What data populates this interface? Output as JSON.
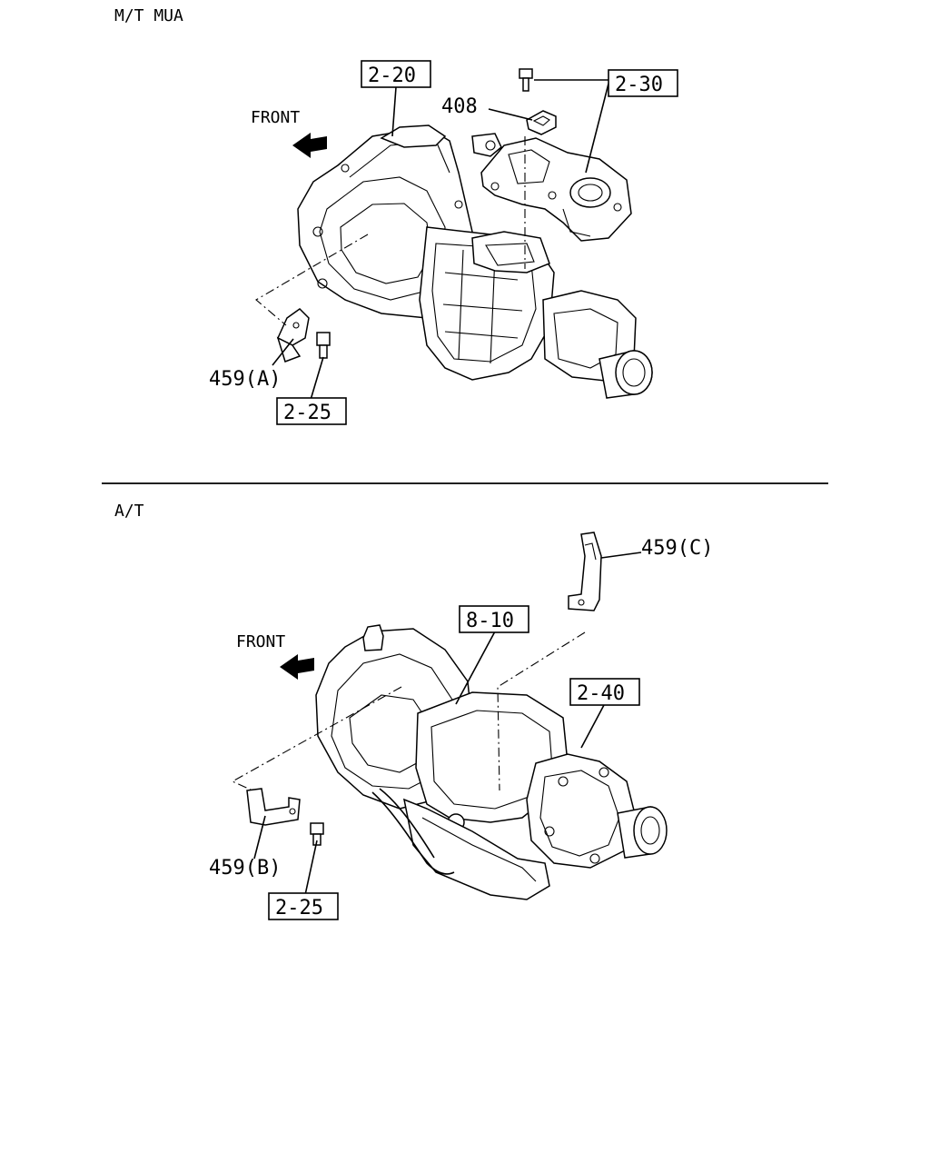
{
  "sections": {
    "manual": {
      "title": "M/T MUA",
      "front_label": "FRONT"
    },
    "automatic": {
      "title": "A/T",
      "front_label": "FRONT"
    }
  },
  "callouts": {
    "mt_ref_2_20": "2-20",
    "mt_ref_2_30": "2-30",
    "mt_ref_2_25": "2-25",
    "mt_part_408": "408",
    "mt_part_459a": "459(A)",
    "at_ref_8_10": "8-10",
    "at_ref_2_40": "2-40",
    "at_ref_2_25": "2-25",
    "at_part_459b": "459(B)",
    "at_part_459c": "459(C)"
  }
}
